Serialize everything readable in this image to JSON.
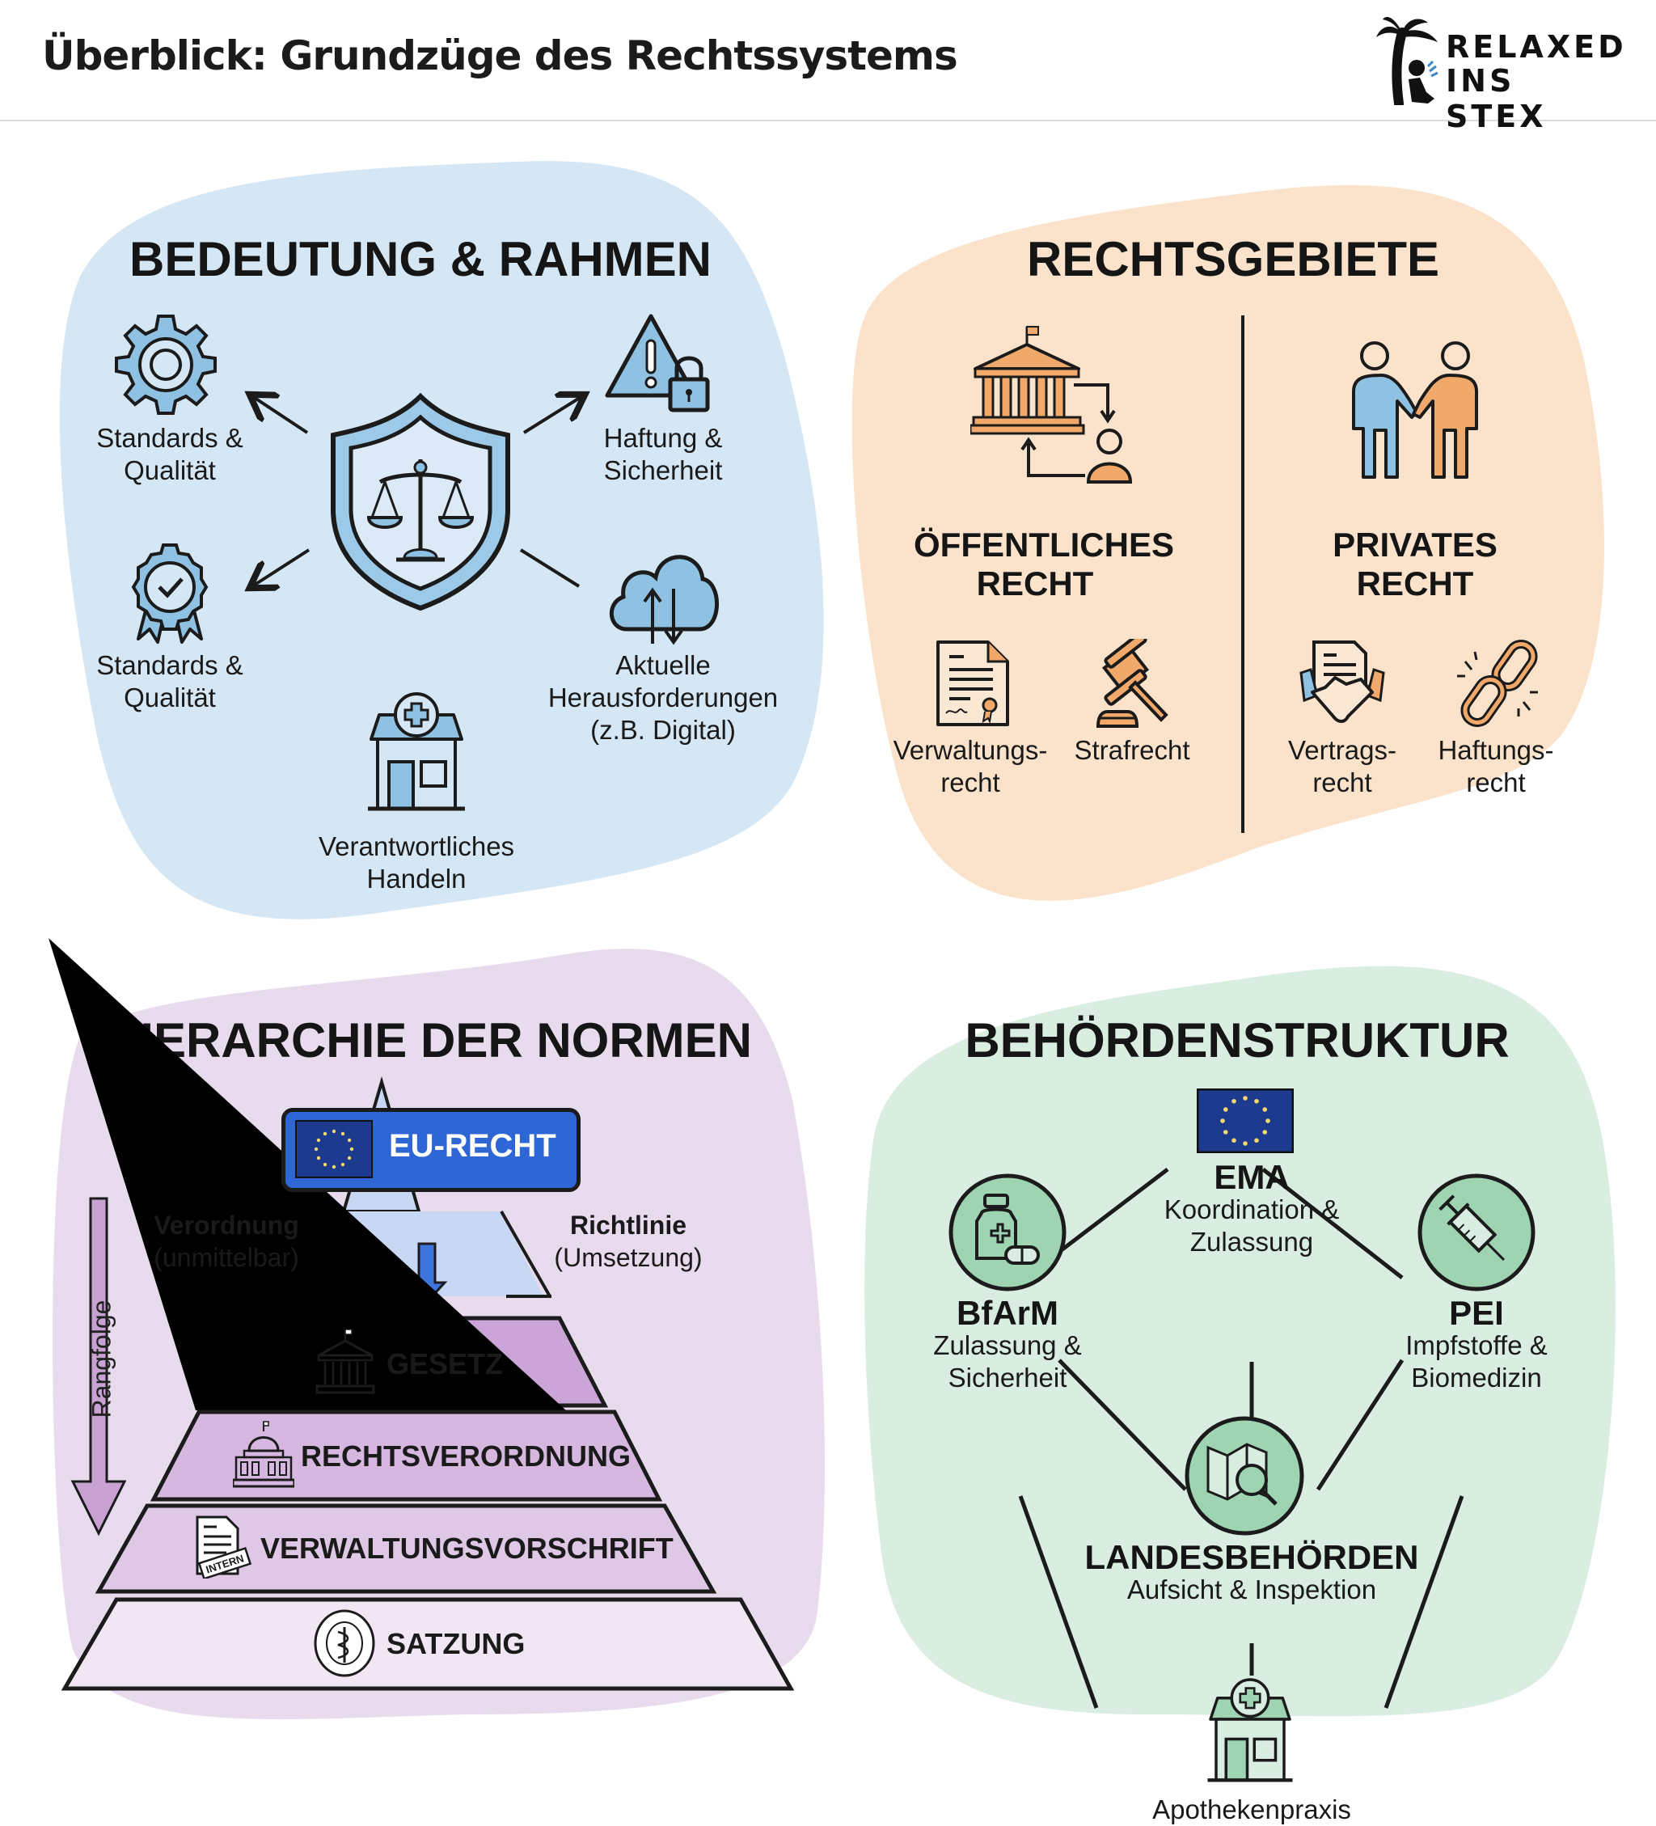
{
  "header": {
    "title": "Überblick: Grundzüge des Rechtssystems",
    "logo": {
      "line1": "RELAXED",
      "line2": "INS STEX",
      "icon": "palm-tree-reader-icon"
    }
  },
  "colors": {
    "panel_blue": "#d5e7f4",
    "panel_orange": "#fbe3cb",
    "panel_purple": "#e8dbee",
    "panel_green": "#d9ede1",
    "icon_blue": "#8fc1e3",
    "icon_orange": "#f0a96a",
    "icon_purple": "#c9a2d4",
    "icon_green": "#9fd4b3",
    "eu_blue": "#2f66d6"
  },
  "panels": {
    "bedeutung": {
      "title": "BEDEUTUNG & RAHMEN",
      "center_icon": "shield-scales-icon",
      "items": [
        {
          "label_1": "Standards &",
          "label_2": "Qualität",
          "icon": "gear-icon"
        },
        {
          "label_1": "Haftung &",
          "label_2": "Sicherheit",
          "icon": "warning-lock-icon"
        },
        {
          "label_1": "Standards &",
          "label_2": "Qualität",
          "icon": "award-badge-icon"
        },
        {
          "label_1": "Aktuelle",
          "label_2": "Herausforderungen",
          "label_3": "(z.B. Digital)",
          "icon": "cloud-sync-icon"
        },
        {
          "label_1": "Verantwortliches",
          "label_2": "Handeln",
          "icon": "pharmacy-icon"
        }
      ]
    },
    "rechtsgebiete": {
      "title": "RECHTSGEBIETE",
      "public": {
        "title_1": "ÖFFENTLICHES",
        "title_2": "RECHT",
        "icon": "government-citizen-icon",
        "subs": [
          {
            "label_1": "Verwaltungs-",
            "label_2": "recht",
            "icon": "certificate-document-icon"
          },
          {
            "label_1": "Strafrecht",
            "label_2": "",
            "icon": "gavel-icon"
          }
        ]
      },
      "private": {
        "title_1": "PRIVATES",
        "title_2": "RECHT",
        "icon": "people-handshake-icon",
        "subs": [
          {
            "label_1": "Vertrags-",
            "label_2": "recht",
            "icon": "contract-handshake-icon"
          },
          {
            "label_1": "Haftungs-",
            "label_2": "recht",
            "icon": "broken-chain-icon"
          }
        ]
      }
    },
    "hierarchie": {
      "title": "HIERARCHIE DER NORMEN",
      "eu": {
        "label": "EU-RECHT",
        "icon": "eu-flag-icon"
      },
      "left_note": {
        "bold": "Verordnung",
        "sub": "(unmittelbar)"
      },
      "right_note": {
        "bold": "Richtlinie",
        "sub": "(Umsetzung)"
      },
      "rank_label": "Rangfolge",
      "tiers": [
        {
          "label": "GESETZ",
          "icon": "parliament-icon"
        },
        {
          "label": "RECHTSVERORDNUNG",
          "icon": "capitol-dome-icon"
        },
        {
          "label": "VERWALTUNGSVORSCHRIFT",
          "icon": "intern-document-icon",
          "stamp": "INTERN"
        },
        {
          "label": "SATZUNG",
          "icon": "professional-seal-icon"
        }
      ]
    },
    "behoerden": {
      "title": "BEHÖRDENSTRUKTUR",
      "ema": {
        "name": "EMA",
        "desc_1": "Koordination &",
        "desc_2": "Zulassung",
        "icon": "eu-flag-icon"
      },
      "bfarm": {
        "name": "BfArM",
        "desc_1": "Zulassung &",
        "desc_2": "Sicherheit",
        "icon": "medicine-bottle-icon"
      },
      "pei": {
        "name": "PEI",
        "desc_1": "Impfstoffe &",
        "desc_2": "Biomedizin",
        "icon": "syringe-icon"
      },
      "laender": {
        "name": "LANDESBEHÖRDEN",
        "desc_1": "Aufsicht & Inspektion",
        "icon": "map-search-icon"
      },
      "apotheke": {
        "name": "Apothekenpraxis",
        "icon": "pharmacy-icon"
      }
    }
  }
}
